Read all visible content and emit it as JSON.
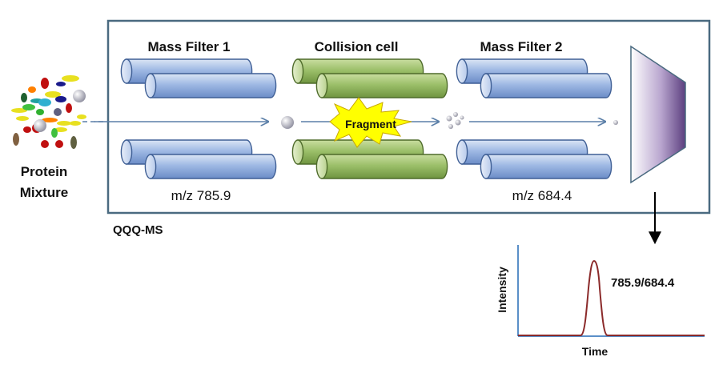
{
  "instrument": {
    "name": "QQQ-MS",
    "stages": [
      {
        "title": "Mass Filter 1",
        "mz": "m/z 785.9"
      },
      {
        "title": "Collision cell"
      },
      {
        "title": "Mass Filter 2",
        "mz": "m/z 684.4"
      }
    ],
    "fragment_label": "Fragment"
  },
  "sample": {
    "label_line1": "Protein",
    "label_line2": "Mixture"
  },
  "chromatogram": {
    "ylabel": "Intensity",
    "xlabel": "Time",
    "transition": "785.9/684.4"
  },
  "colors": {
    "box_border": "#4a6a80",
    "filter_rod": "#8eaadb",
    "collision_rod": "#8fb356",
    "beam": "#5b7fa8",
    "peak": "#8b2a2a",
    "axis": "#5a8fc8",
    "fragment_star": "#ffff00"
  }
}
